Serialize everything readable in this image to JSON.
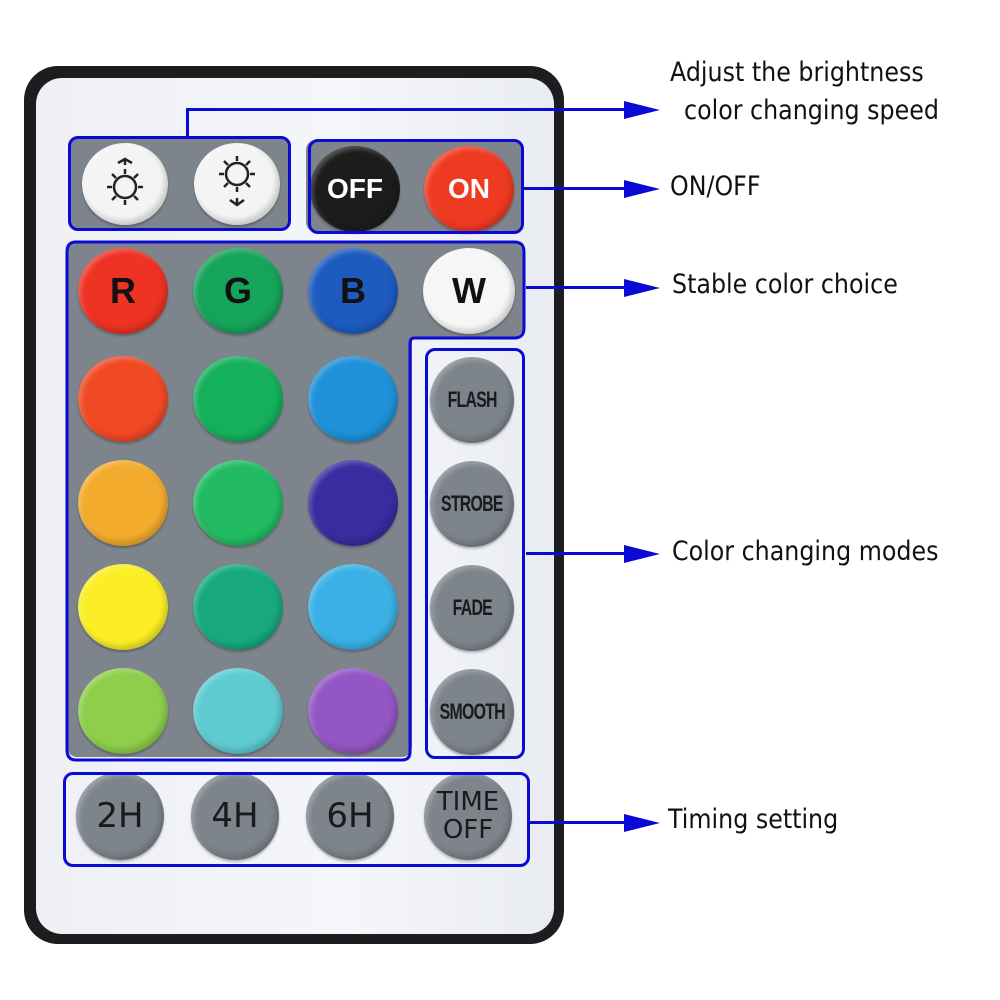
{
  "diagram": {
    "subject": "RGB LED IR remote control",
    "accent_color": "#0a0ad6"
  },
  "remote": {
    "brightness_group": {
      "buttons": [
        {
          "name": "brightness-up",
          "icon": "sun-arrow-up-icon",
          "color": "#f4f4f4"
        },
        {
          "name": "brightness-down",
          "icon": "sun-arrow-down-icon",
          "color": "#f4f4f4"
        }
      ]
    },
    "power_group": {
      "buttons": [
        {
          "label": "OFF",
          "color": "#1c1c1c",
          "text_color": "#ffffff"
        },
        {
          "label": "ON",
          "color": "#ef3a22",
          "text_color": "#ffffff"
        }
      ]
    },
    "stable_colors": {
      "buttons": [
        {
          "label": "R",
          "color": "#ee3224"
        },
        {
          "label": "G",
          "color": "#16a35a"
        },
        {
          "label": "B",
          "color": "#1d5bbf"
        },
        {
          "label": "W",
          "color": "#f6f6f6"
        }
      ]
    },
    "color_grid": {
      "rows": [
        [
          "#f04a25",
          "#15b05c",
          "#1f91d8"
        ],
        [
          "#f2ab2c",
          "#22bb62",
          "#3a2ba0"
        ],
        [
          "#fbee25",
          "#17a97c",
          "#3ab1e4"
        ],
        [
          "#8ece4a",
          "#5ecbd0",
          "#9456c4"
        ]
      ]
    },
    "modes": {
      "buttons": [
        {
          "label": "FLASH"
        },
        {
          "label": "STROBE"
        },
        {
          "label": "FADE"
        },
        {
          "label": "SMOOTH"
        }
      ],
      "color": "#7d848c"
    },
    "timers": {
      "buttons": [
        {
          "label": "2H"
        },
        {
          "label": "4H"
        },
        {
          "label": "6H"
        },
        {
          "label_line1": "TIME",
          "label_line2": "OFF"
        }
      ],
      "color": "#7d848c"
    }
  },
  "callouts": {
    "brightness": {
      "line1": "Adjust the brightness",
      "line2": "color changing speed"
    },
    "power": "ON/OFF",
    "stable": "Stable color choice",
    "modes": "Color changing modes",
    "timing": "Timing setting"
  }
}
